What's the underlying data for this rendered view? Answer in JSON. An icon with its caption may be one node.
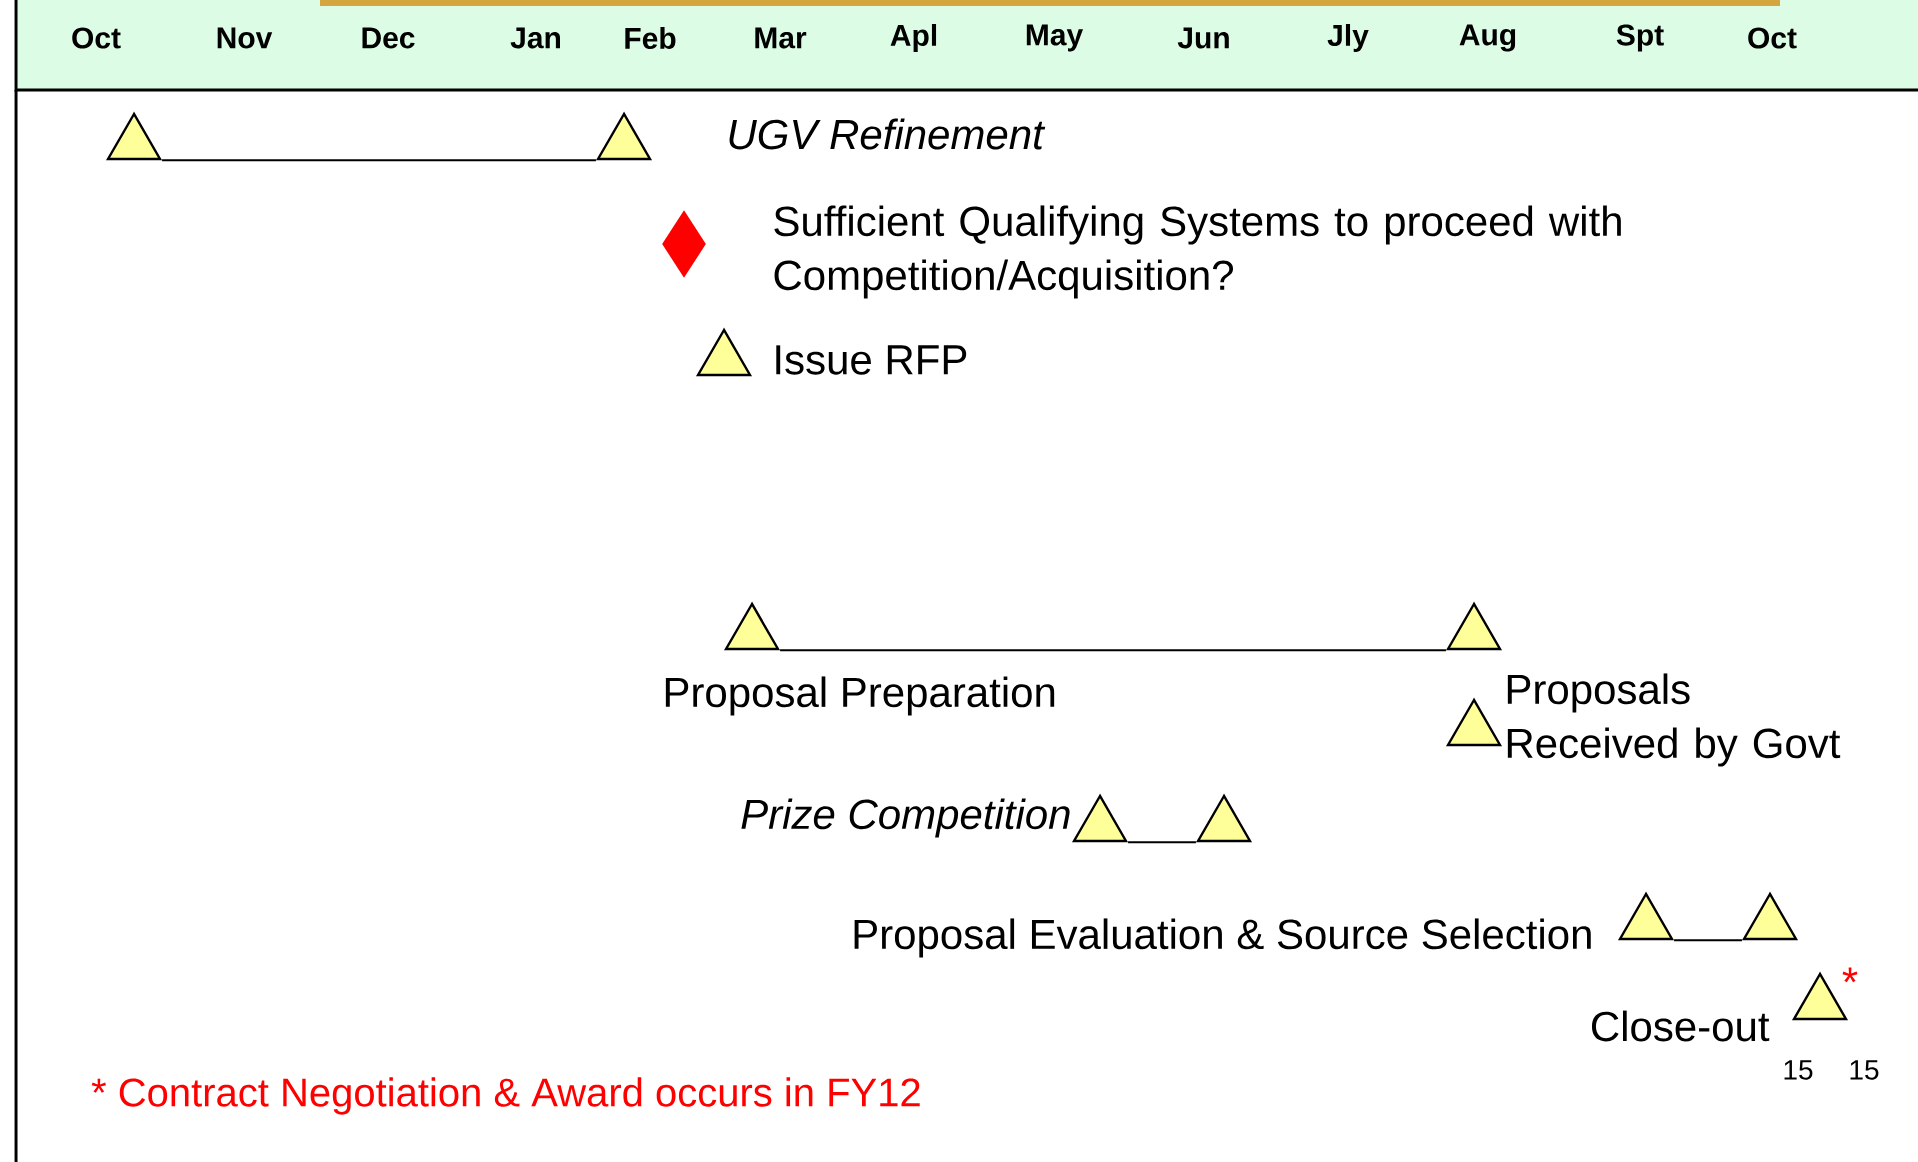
{
  "diagram": {
    "nodes": [
      {
        "text": [],
        "shape": "triangle"
      },
      {
        "text": [],
        "shape": "triangle",
        "beside": [
          "UGV Refinement"
        ]
      },
      {
        "text": [],
        "shape": "diamond"
      },
      {
        "text": [],
        "shape": "triangle",
        "beside": [
          "Issue RFP"
        ]
      },
      {
        "text": [],
        "shape": "triangle",
        "beside": [
          "Proposal Preparation"
        ]
      },
      {
        "text": [],
        "shape": "triangle"
      },
      {
        "text": [],
        "shape": "triangle",
        "beside": [
          "Proposals Received by Govt"
        ]
      },
      {
        "text": [],
        "shape": "triangle",
        "beside": [
          "Prize Competition"
        ]
      },
      {
        "text": [],
        "shape": "triangle"
      },
      {
        "text": [],
        "shape": "triangle",
        "beside": [
          "Proposal Evaluation & Source Selection"
        ]
      },
      {
        "text": [],
        "shape": "triangle"
      },
      {
        "text": [],
        "shape": "triangle",
        "beside": [
          "Close-out",
          "*"
        ]
      }
    ],
    "edges": [
      {
        "from": 0,
        "to": 1,
        "arrow": "none"
      },
      {
        "from": 4,
        "to": 5,
        "arrow": "none"
      },
      {
        "from": 7,
        "to": 8,
        "arrow": "none"
      },
      {
        "from": 9,
        "to": 10,
        "arrow": "none"
      }
    ],
    "labels": [
      "Oct",
      "Nov",
      "Dec",
      "Jan",
      "Feb",
      "Mar",
      "Apl",
      "May",
      "Jun",
      "Jly",
      "Aug",
      "Spt",
      "Oct",
      "Sufficient Qualifying Systems to proceed with Competition/Acquisition?",
      "15",
      "15",
      "* Contract Negotiation & Award occurs in FY12"
    ]
  }
}
